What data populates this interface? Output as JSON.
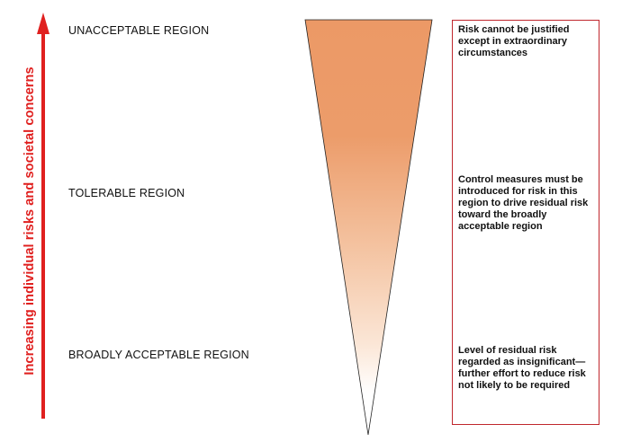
{
  "axis_label": "Increasing individual risks and societal concerns",
  "colors": {
    "arrow": "#e0201f",
    "triangle_top": "#ec9966",
    "triangle_bottom": "#ffffff",
    "box_border": "#c0272d"
  },
  "regions": [
    {
      "label": "UNACCEPTABLE REGION",
      "description": "Risk cannot be justified except in extraordinary circumstances"
    },
    {
      "label": "TOLERABLE REGION",
      "description": "Control measures must be introduced for risk in this region to drive residual risk toward the broadly acceptable region"
    },
    {
      "label": "BROADLY ACCEPTABLE REGION",
      "description": "Level of residual risk regarded as insignificant—further effort to reduce risk not likely to be required"
    }
  ]
}
